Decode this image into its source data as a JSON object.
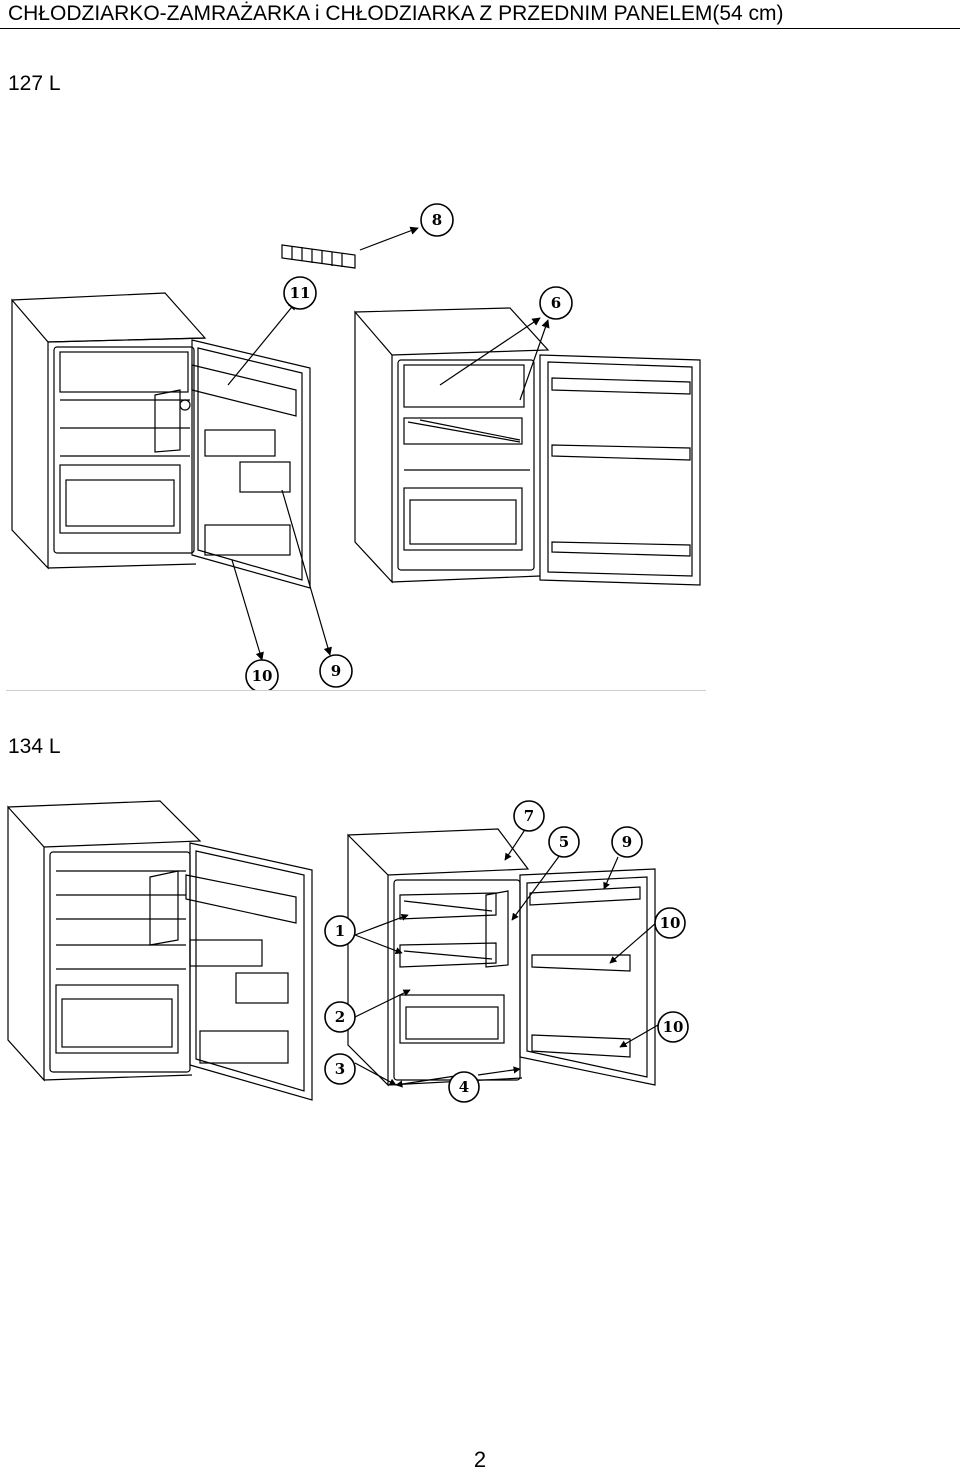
{
  "header": {
    "title": "CHŁODZIARKO-ZAMRAŻARKA  i CHŁODZIARKA Z PRZEDNIM  PANELEM(54 cm)"
  },
  "sections": [
    {
      "label": "127 L",
      "callouts": [
        "8",
        "11",
        "6",
        "10",
        "9"
      ]
    },
    {
      "label": "134 L",
      "callouts": [
        "7",
        "5",
        "9",
        "1",
        "10",
        "2",
        "10",
        "3",
        "4"
      ]
    }
  ],
  "footer": {
    "page_number": "2"
  }
}
